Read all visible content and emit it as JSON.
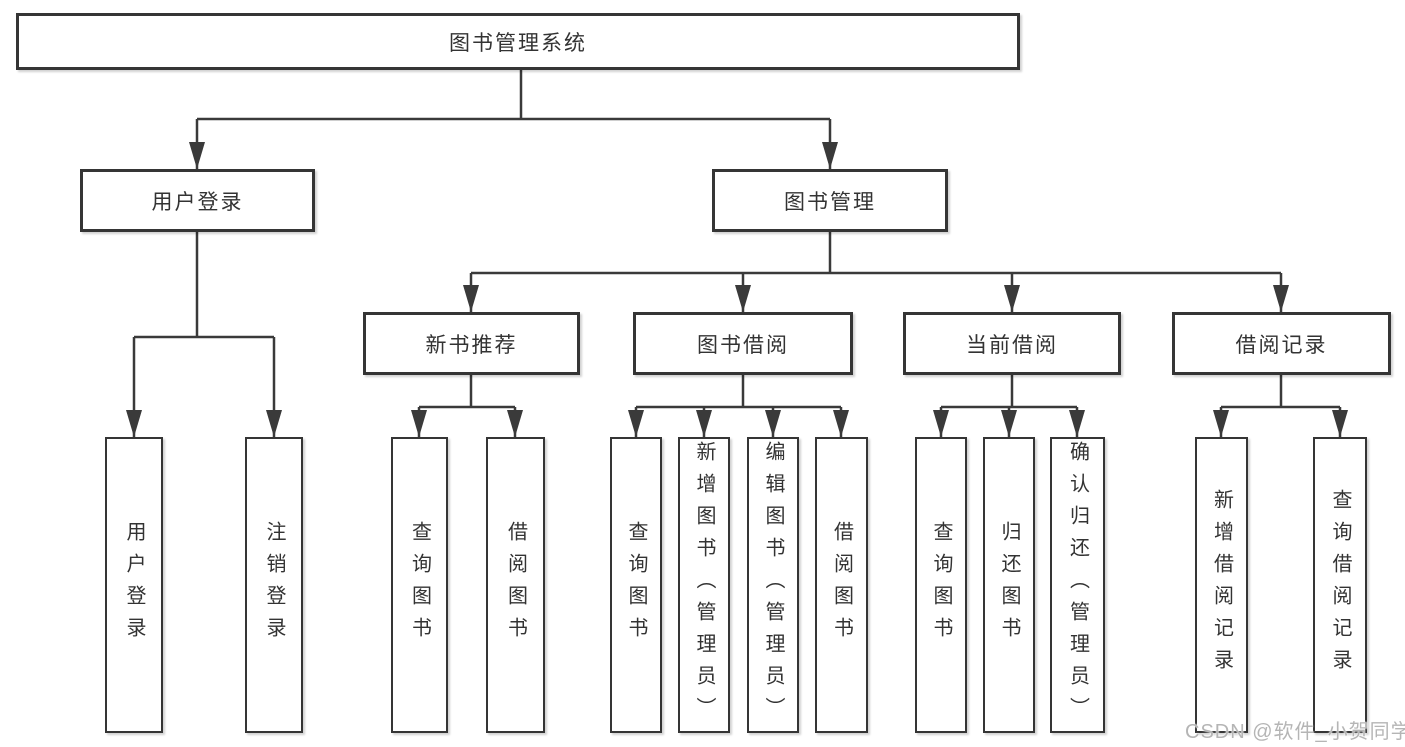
{
  "colors": {
    "background": "#ffffff",
    "line": "#3a3a3a",
    "border": "#353535",
    "text": "#333333",
    "watermark": "#b5b5b5"
  },
  "watermark": {
    "text": "CSDN @软件_小贺同学"
  },
  "tree": {
    "root": {
      "label": "图书管理系统"
    },
    "level1": [
      {
        "label": "用户登录"
      },
      {
        "label": "图书管理"
      }
    ],
    "level2": [
      {
        "label": "新书推荐"
      },
      {
        "label": "图书借阅"
      },
      {
        "label": "当前借阅"
      },
      {
        "label": "借阅记录"
      }
    ],
    "leaves": {
      "user": [
        "用户登录",
        "注销登录"
      ],
      "recommend": [
        "查询图书",
        "借阅图书"
      ],
      "borrow": [
        "查询图书",
        "新增图书（管理员）",
        "编辑图书（管理员）",
        "借阅图书"
      ],
      "current": [
        "查询图书",
        "归还图书",
        "确认归还（管理员）"
      ],
      "record": [
        "新增借阅记录",
        "查询借阅记录"
      ]
    }
  }
}
